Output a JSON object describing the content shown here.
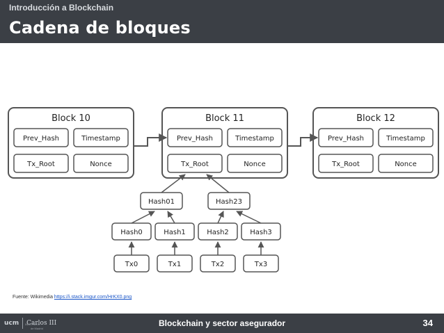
{
  "header": {
    "subtitle": "Introducción a Blockchain",
    "title": "Cadena de bloques"
  },
  "diagram": {
    "blocks": [
      {
        "title": "Block 10",
        "fields": [
          "Prev_Hash",
          "Timestamp",
          "Tx_Root",
          "Nonce"
        ]
      },
      {
        "title": "Block 11",
        "fields": [
          "Prev_Hash",
          "Timestamp",
          "Tx_Root",
          "Nonce"
        ]
      },
      {
        "title": "Block 12",
        "fields": [
          "Prev_Hash",
          "Timestamp",
          "Tx_Root",
          "Nonce"
        ]
      }
    ],
    "tree": {
      "level1": [
        "Hash01",
        "Hash23"
      ],
      "level2": [
        "Hash0",
        "Hash1",
        "Hash2",
        "Hash3"
      ],
      "leaves": [
        "Tx0",
        "Tx1",
        "Tx2",
        "Tx3"
      ]
    }
  },
  "source": {
    "label": "Fuente: Wikimedia",
    "link_text": "https://i.stack.imgur.com/HrKX0.png"
  },
  "footer": {
    "logo_left": "ucm",
    "logo_right": "Carlos III",
    "tagline_left": "INSTITUTO",
    "tagline_right": "de Madrid",
    "title": "Blockchain y sector asegurador",
    "page": "34"
  },
  "colors": {
    "header_bg": "#3b3f45",
    "footer_bg": "#3b3f45",
    "box_stroke": "#555555",
    "link": "#1a56c8"
  }
}
